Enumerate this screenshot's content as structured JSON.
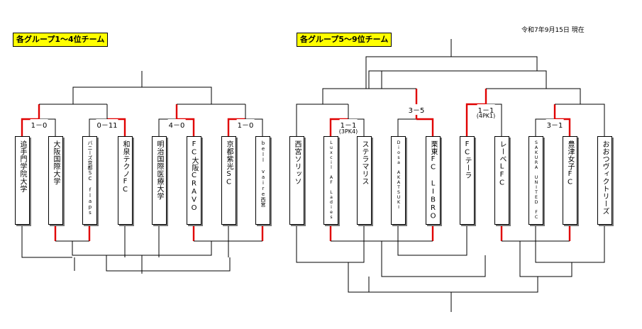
{
  "header": {
    "group_left": "各グループ1～4位チーム",
    "group_right": "各グループ5～9位チーム",
    "date": "令和7年9月15日 現在"
  },
  "teams_left": [
    "追手門学院大学",
    "大阪国際大学",
    "バニーズ京都SC flaps",
    "和泉テクノFC",
    "明治国際医療大学",
    "FC大阪CRAVO",
    "京都紫光SC",
    "bell vaire西宮"
  ],
  "teams_right": [
    "西宮ソリッソ",
    "Luxcil AF Ladies",
    "ステラマリス",
    "Diosa AKATSUKI",
    "栗東FC LIBRO",
    "FCテーラ",
    "レーベLFC",
    "SAKURA UNITED FC",
    "豊津女子FC",
    "おおつヴィクトリーズ"
  ],
  "scores_left": [
    "1－0",
    "0－11",
    "4－0",
    "1－0"
  ],
  "scores_right": [
    "1－1",
    "3－5",
    "1－1",
    "3－1"
  ],
  "notes_right": [
    "(3PK4)",
    "(4PK1)"
  ],
  "colors": {
    "win": "#e00000",
    "line": "#000000",
    "label_bg": "#ffff00"
  }
}
